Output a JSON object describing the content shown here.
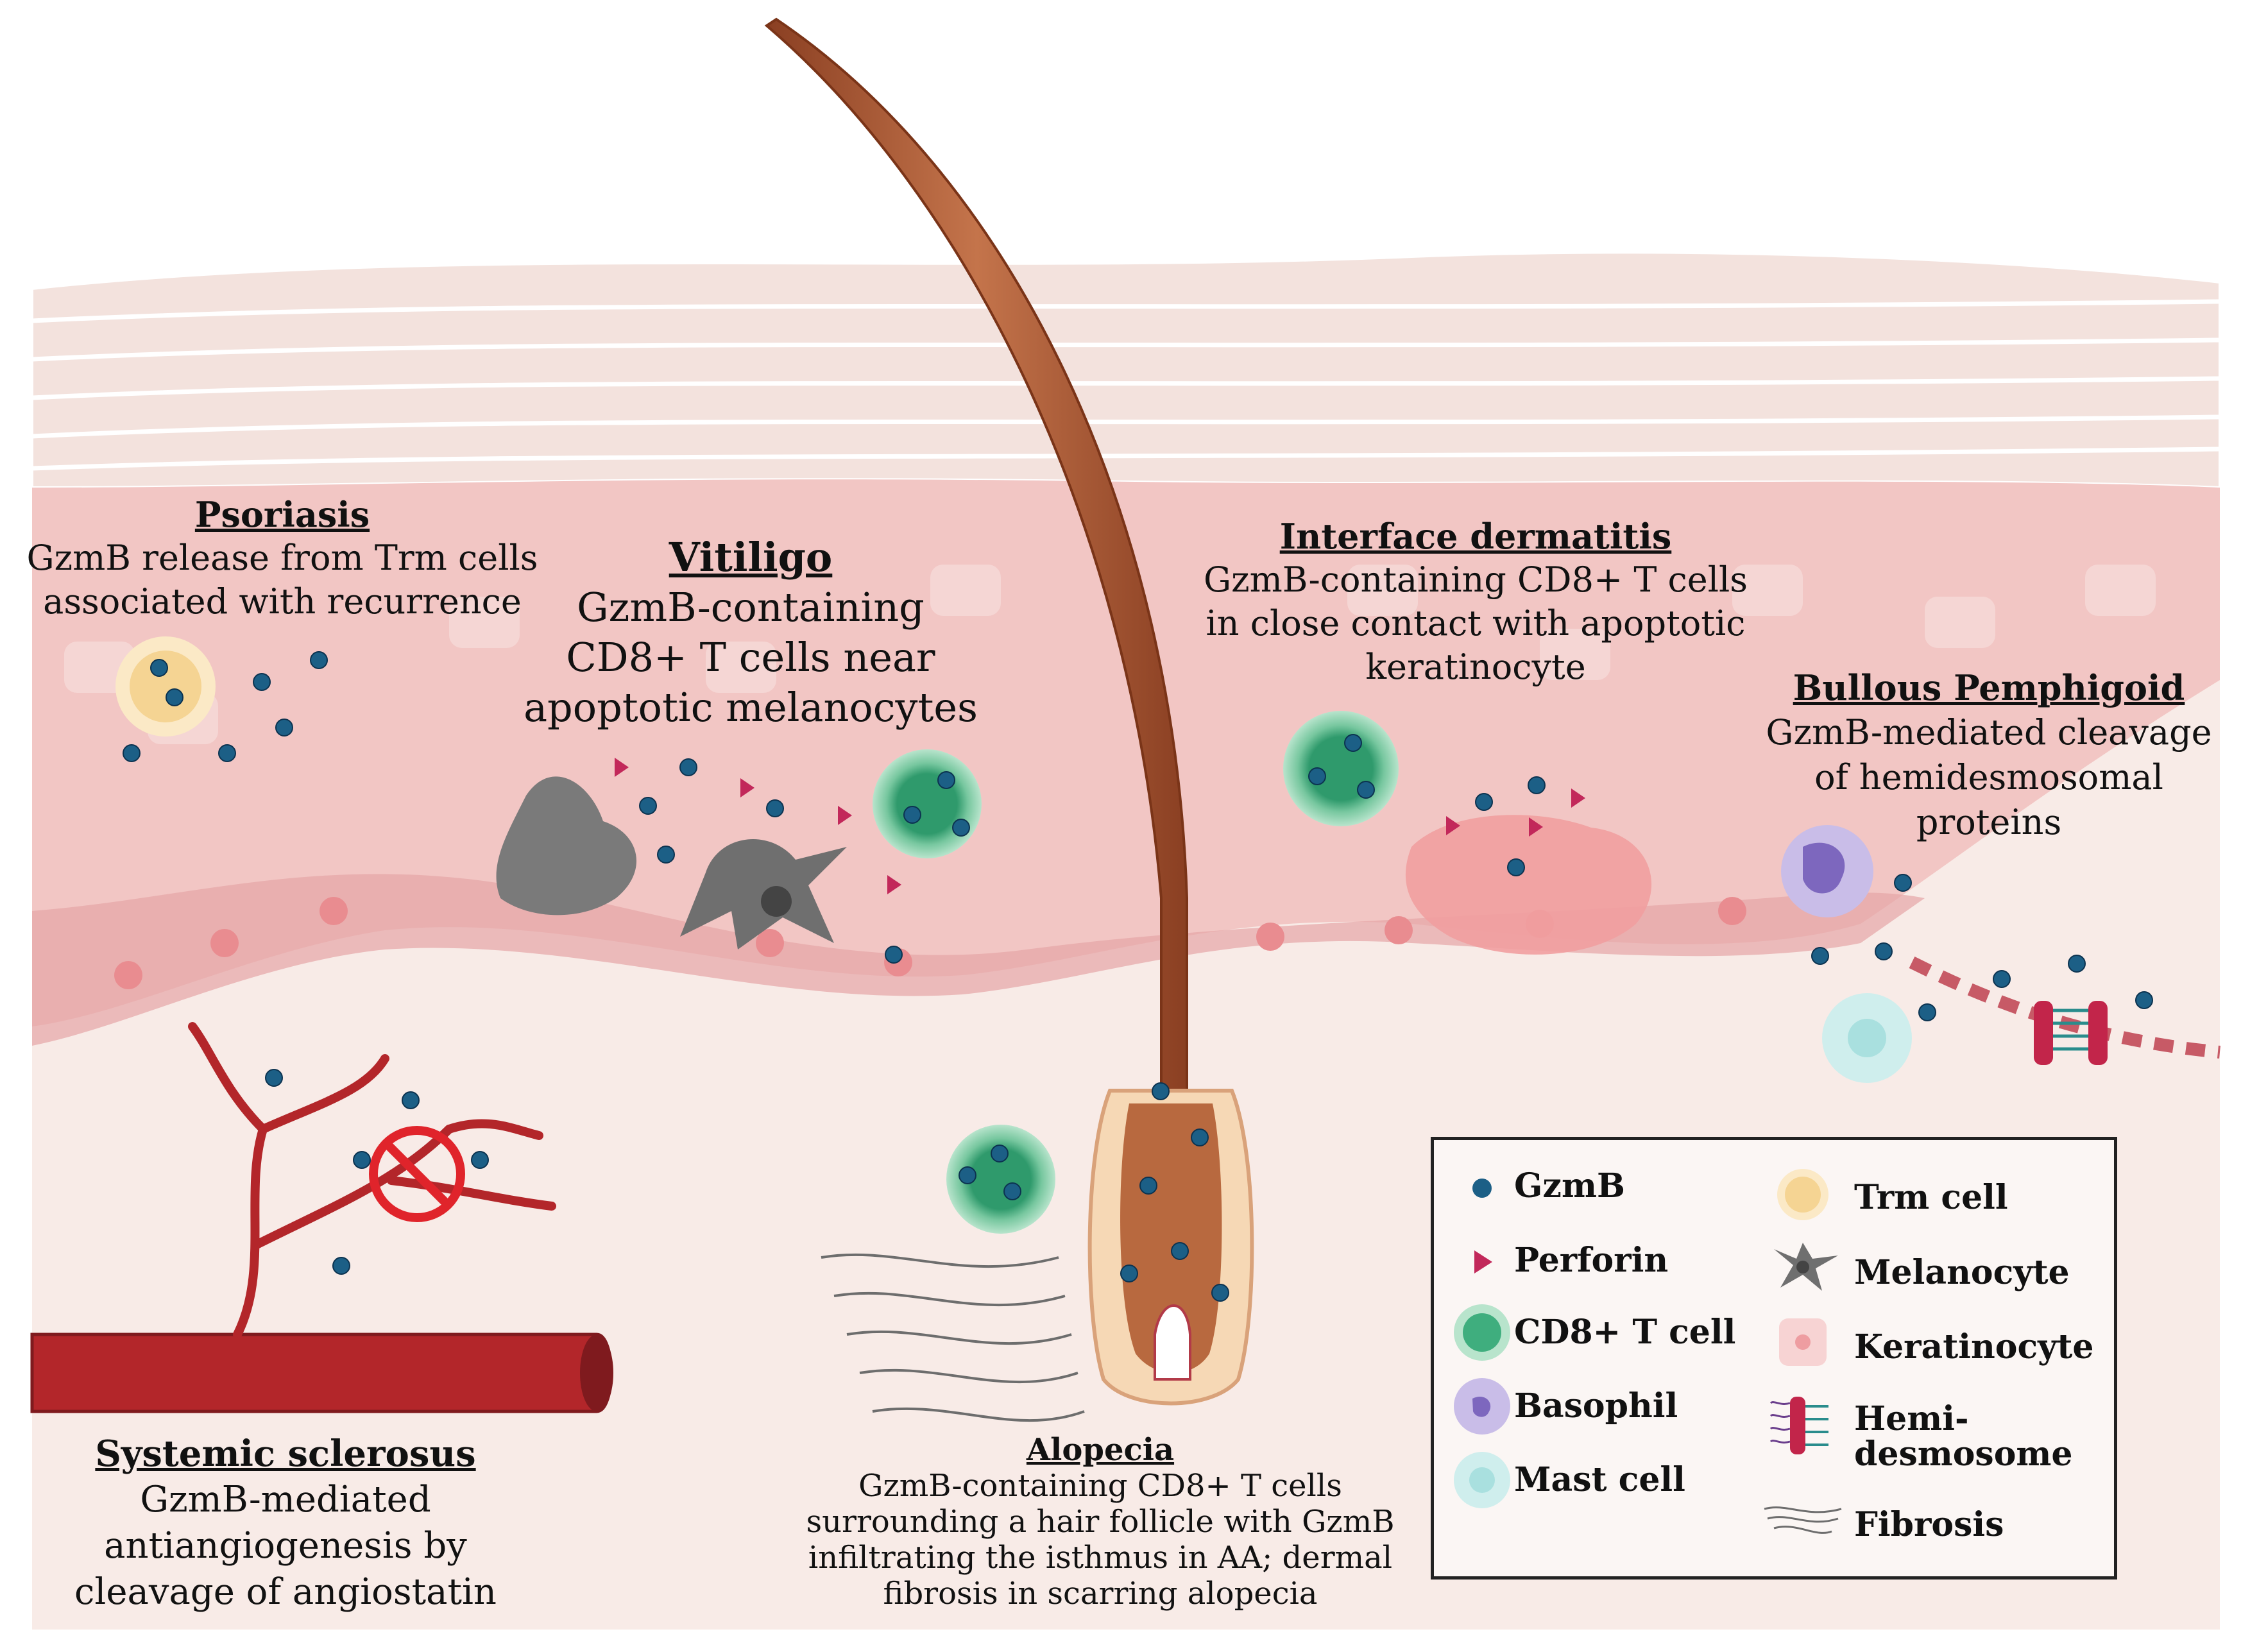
{
  "labels": {
    "psoriasis": {
      "title": "Psoriasis",
      "desc1": "GzmB release from Trm cells",
      "desc2": "associated with recurrence"
    },
    "vitiligo": {
      "title": "Vitiligo",
      "desc1": "GzmB-containing",
      "desc2": "CD8+ T cells near",
      "desc3": "apoptotic melanocytes"
    },
    "interface": {
      "title": "Interface dermatitis",
      "desc1": "GzmB-containing CD8+ T cells",
      "desc2": "in close contact with apoptotic",
      "desc3": "keratinocyte"
    },
    "bullous": {
      "title": "Bullous Pemphigoid",
      "desc1": "GzmB-mediated cleavage",
      "desc2": "of hemidesmosomal",
      "desc3": "proteins"
    },
    "systemic": {
      "title": "Systemic sclerosus",
      "desc1": "GzmB-mediated",
      "desc2": "antiangiogenesis by",
      "desc3": "cleavage of angiostatin"
    },
    "alopecia": {
      "title": "Alopecia",
      "desc1": "GzmB-containing CD8+ T cells",
      "desc2": "surrounding a hair follicle with GzmB",
      "desc3": "infiltrating the isthmus in AA; dermal",
      "desc4": "fibrosis in scarring alopecia"
    }
  },
  "legend": {
    "gzmb": "GzmB",
    "perforin": "Perforin",
    "cd8": "CD8+ T cell",
    "basophil": "Basophil",
    "mast": "Mast cell",
    "trm": "Trm cell",
    "melanocyte": "Melanocyte",
    "keratinocyte": "Keratinocyte",
    "hemi1": "Hemi-",
    "hemi2": "desmosome",
    "fibrosis": "Fibrosis"
  },
  "icons": {
    "gzmb": "gzmb-dot-icon",
    "perforin": "perforin-triangle-icon",
    "cd8": "cd8-t-cell-icon",
    "basophil": "basophil-icon",
    "mast": "mast-cell-icon",
    "trm": "trm-cell-icon",
    "melanocyte": "melanocyte-icon",
    "keratinocyte": "keratinocyte-icon",
    "hemidesmosome": "hemidesmosome-icon",
    "fibrosis": "fibrosis-icon",
    "no_angiogenesis": "prohibition-icon"
  },
  "colors": {
    "gzmb": "#1c5f86",
    "perforin": "#c2285a",
    "cd8": "#3fae7e",
    "trm": "#f5d493",
    "basophil": "#9a87cf",
    "mast": "#a9e0df",
    "keratinocyte": "#f4c2c2",
    "vessel": "#b3262a",
    "hair": "#a8552f"
  }
}
